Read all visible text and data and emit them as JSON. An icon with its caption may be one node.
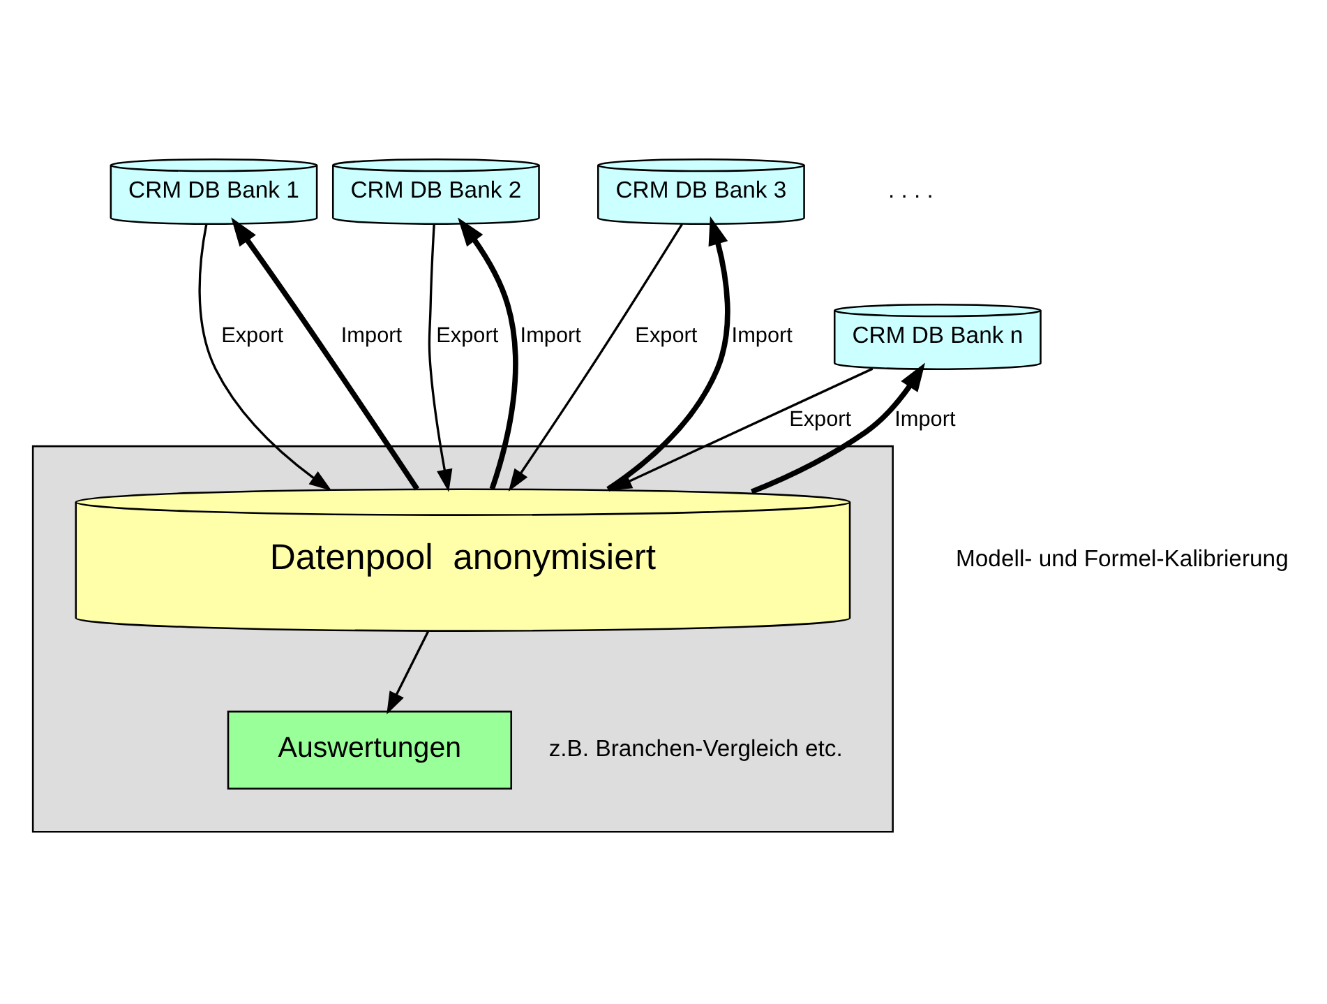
{
  "diagram": {
    "nodes": [
      {
        "text": [
          "CRM DB Bank 1"
        ]
      },
      {
        "text": [
          "CRM DB Bank 2"
        ]
      },
      {
        "text": [
          "CRM DB Bank 3"
        ]
      },
      {
        "text": [
          "CRM DB Bank n"
        ]
      },
      {
        "text": [],
        "shape": "box"
      },
      {
        "text": [
          "Datenpool  anonymisiert"
        ],
        "in": 4
      },
      {
        "text": [
          "Auswertungen"
        ],
        "in": 4,
        "beside": [
          "z.B. Branchen-Vergleich etc."
        ]
      }
    ],
    "edges": [
      {
        "from": 5,
        "to": 0,
        "arrow": "to",
        "label": "Import",
        "style": "thick"
      },
      {
        "from": 5,
        "to": 1,
        "arrow": "to",
        "label": "Import",
        "style": "thick"
      },
      {
        "from": 5,
        "to": 2,
        "arrow": "to",
        "label": "Import",
        "style": "thick"
      },
      {
        "from": 5,
        "to": 3,
        "arrow": "to",
        "label": "Import",
        "style": "thick"
      },
      {
        "from": 0,
        "to": 5,
        "arrow": "to",
        "label": "Export"
      },
      {
        "from": 1,
        "to": 5,
        "arrow": "to",
        "label": "Export"
      },
      {
        "from": 2,
        "to": 5,
        "arrow": "to",
        "label": "Export"
      },
      {
        "from": 3,
        "to": 5,
        "arrow": "to",
        "label": "Export"
      },
      {
        "from": 5,
        "to": 6,
        "arrow": "to"
      }
    ],
    "labels": [
      ". . . .",
      "Modell- und Formel-Kalibrierung"
    ]
  }
}
